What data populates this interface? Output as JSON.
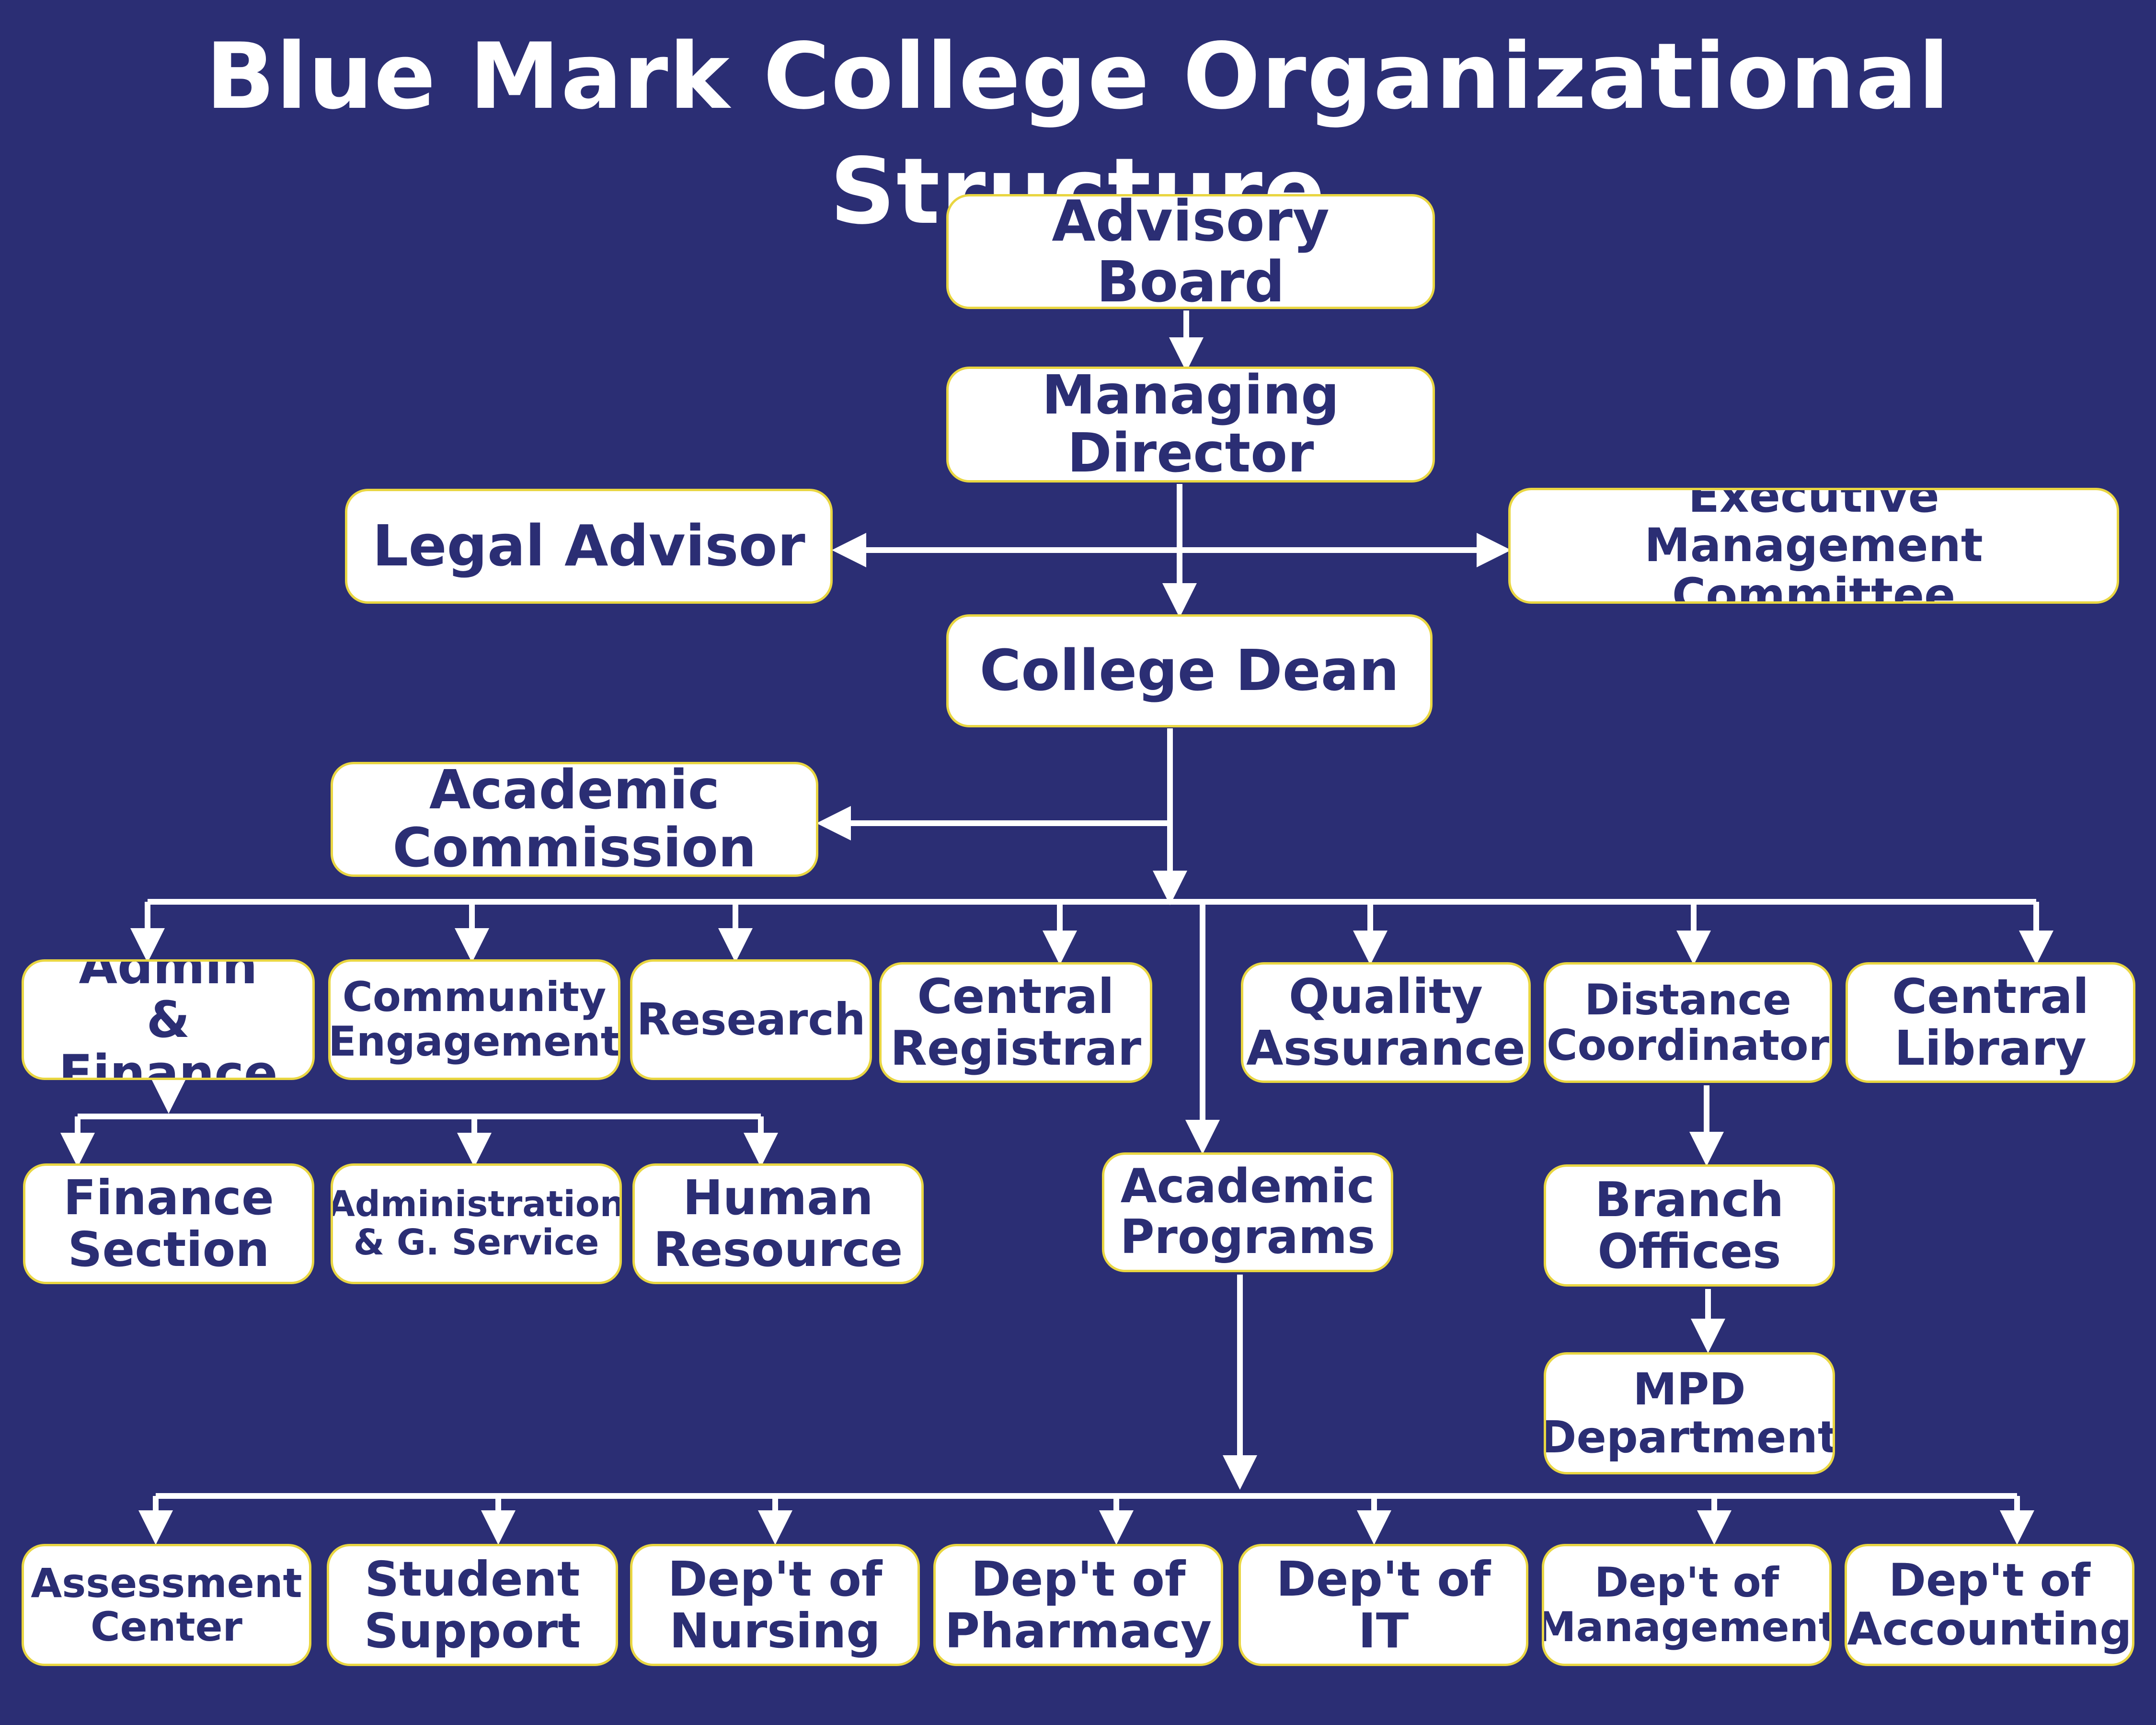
{
  "title": "Blue Mark College Organizational Structure",
  "colors": {
    "background": "#2b2e74",
    "node_fill": "#ffffff",
    "node_border": "#e9d642",
    "text": "#2b2e74",
    "connector": "#ffffff"
  },
  "nodes": {
    "advisory_board": "Advisory Board",
    "managing_director": "Managing\nDirector",
    "legal_advisor": "Legal Advisor",
    "executive_management": "Executive Management\nCommittee",
    "college_dean": "College Dean",
    "academic_commission": "Academic\nCommission",
    "admin_finance": "Admin\n& Finance",
    "community_engagement": "Community\nEngagement",
    "research": "Research",
    "central_registrar": "Central\nRegistrar",
    "quality_assurance": "Quality\nAssurance",
    "distance_coordinator": "Distance\nCoordinator",
    "central_library": "Central\nLibrary",
    "finance_section": "Finance\nSection",
    "administration_gservice": "Administration\n& G. Service",
    "human_resource": "Human\nResource",
    "academic_programs": "Academic\nPrograms",
    "branch_offices": "Branch\nOffices",
    "mpd_department": "MPD\nDepartment",
    "assessment_center": "Assessment\nCenter",
    "student_support": "Student\nSupport",
    "dept_nursing": "Dep't of\nNursing",
    "dept_pharmacy": "Dep't of\nPharmacy",
    "dept_it": "Dep't of\nIT",
    "dept_management": "Dep't of\nManagement",
    "dept_accounting": "Dep't of\nAccounting"
  }
}
